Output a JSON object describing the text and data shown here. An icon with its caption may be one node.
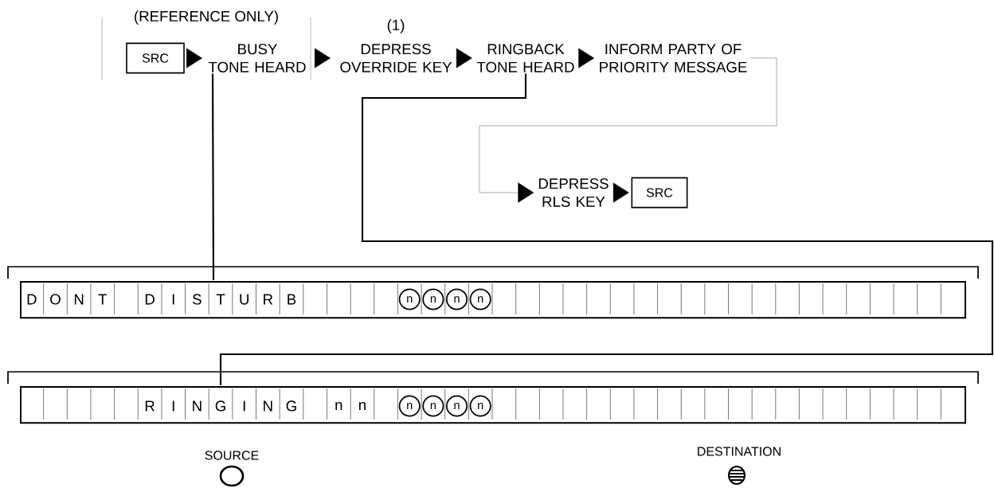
{
  "diagram": {
    "nodes": [
      {
        "text": [
          "SRC"
        ]
      },
      {
        "text": [
          "BUSY TONE HEARD"
        ]
      },
      {
        "text": [
          "DEPRESS OVERRIDE KEY"
        ],
        "beside": [
          "(1)"
        ]
      },
      {
        "text": [
          "RINGBACK TONE HEARD"
        ]
      },
      {
        "text": [
          "INFORM PARTY OF PRIORITY MESSAGE"
        ]
      },
      {
        "text": [
          "DEPRESS RLS KEY"
        ]
      },
      {
        "text": [
          "SRC"
        ]
      },
      {
        "text": [],
        "shape": "box"
      },
      {
        "text": [],
        "shape": "box"
      }
    ],
    "edges": [
      {
        "from": 0,
        "to": 1,
        "arrow": "to"
      },
      {
        "from": 1,
        "to": 2,
        "arrow": "to"
      },
      {
        "from": 2,
        "to": 3,
        "arrow": "to"
      },
      {
        "from": 3,
        "to": 4,
        "arrow": "to"
      },
      {
        "from": 4,
        "to": 5,
        "arrow": "to",
        "color": "#808080"
      },
      {
        "from": 5,
        "to": 6,
        "arrow": "to"
      },
      {
        "from": 1,
        "to": 7,
        "arrow": "none"
      },
      {
        "from": 3,
        "to": 8,
        "arrow": "none"
      }
    ],
    "labels": [
      "(REFERENCE ONLY)",
      "D",
      "O",
      "N",
      "T",
      "D",
      "I",
      "S",
      "T",
      "U",
      "R",
      "B",
      "n",
      "n",
      "n",
      "n",
      "R",
      "I",
      "N",
      "G",
      "I",
      "N",
      "G",
      "n",
      "n",
      "n",
      "n",
      "n",
      "n",
      "SOURCE",
      "DESTINATION"
    ]
  }
}
